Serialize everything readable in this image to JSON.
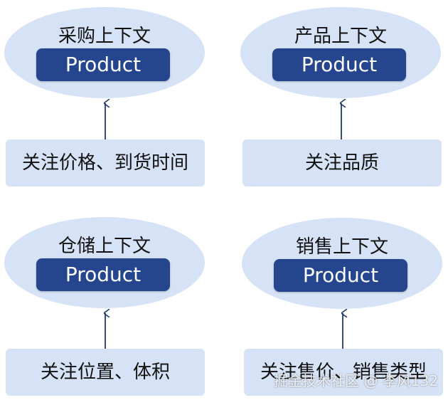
{
  "product_label": "Product",
  "contexts": [
    {
      "title": "采购上下文",
      "concern": "关注价格、到货时间"
    },
    {
      "title": "产品上下文",
      "concern": "关注品质"
    },
    {
      "title": "仓储上下文",
      "concern": "关注位置、体积"
    },
    {
      "title": "销售上下文",
      "concern": "关注售价、销售类型"
    }
  ],
  "watermark": "掘金技术社区 @ 李风132",
  "colors": {
    "ellipse_fill": "#d6e2f6",
    "product_box": "#25468f",
    "arrow": "#1f3a6e"
  }
}
